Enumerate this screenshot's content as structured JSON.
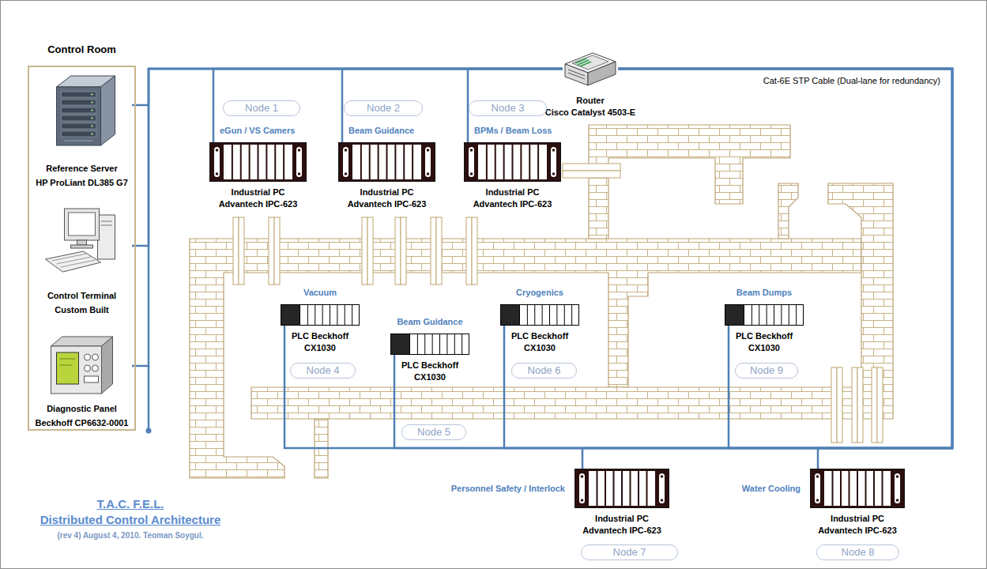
{
  "diagram": {
    "title": "T.A.C. F.E.L.",
    "caption": "(rev 4) August 4, 2010. Teoman Soygul.",
    "nodes": [
      {
        "text": [
          "Control Room"
        ]
      },
      {
        "text": [
          "Reference Server",
          "HP ProLiant DL385 G7"
        ],
        "in": 0
      },
      {
        "text": [
          "Control Terminal",
          "Custom Built"
        ],
        "in": 0
      },
      {
        "text": [
          "Diagnostic Panel",
          "Beckhoff CP6632-0001"
        ],
        "in": 0
      },
      {
        "text": [
          "Router",
          "Cisco Catalyst 4503-E"
        ]
      },
      {
        "text": [
          "Node 1"
        ]
      },
      {
        "text": [
          "eGun / VS Camers",
          "Industrial PC",
          "Advantech IPC-623"
        ]
      },
      {
        "text": [
          "Node 2"
        ]
      },
      {
        "text": [
          "Beam Guidance",
          "Industrial PC",
          "Advantech IPC-623"
        ]
      },
      {
        "text": [
          "Node 3"
        ]
      },
      {
        "text": [
          "BPMs / Beam Loss",
          "Industrial PC",
          "Advantech IPC-623"
        ]
      },
      {
        "text": [
          "Vacuum",
          "PLC Beckhoff",
          "CX1030"
        ]
      },
      {
        "text": [
          "Node 4"
        ]
      },
      {
        "text": [
          "Beam Guidance",
          "PLC Beckhoff",
          "CX1030"
        ]
      },
      {
        "text": [
          "Node 5"
        ]
      },
      {
        "text": [
          "Cryogenics",
          "PLC Beckhoff",
          "CX1030"
        ]
      },
      {
        "text": [
          "Node 6"
        ]
      },
      {
        "text": [
          "Beam Dumps",
          "PLC Beckhoff",
          "CX1030"
        ]
      },
      {
        "text": [
          "Node 9"
        ]
      },
      {
        "text": [
          "Personnel Safety / Interlock",
          "Industrial PC",
          "Advantech IPC-623"
        ]
      },
      {
        "text": [
          "Node 7"
        ]
      },
      {
        "text": [
          "Water Cooling",
          "Industrial PC",
          "Advantech IPC-623"
        ]
      },
      {
        "text": [
          "Node 8"
        ]
      }
    ],
    "edges": [
      {
        "from": 4,
        "to": 1,
        "arrow": "none"
      },
      {
        "from": 4,
        "to": 2,
        "arrow": "none"
      },
      {
        "from": 4,
        "to": 3,
        "arrow": "none"
      },
      {
        "from": 4,
        "to": 6,
        "arrow": "none"
      },
      {
        "from": 4,
        "to": 8,
        "arrow": "none"
      },
      {
        "from": 4,
        "to": 10,
        "arrow": "none"
      },
      {
        "from": 4,
        "to": 11,
        "arrow": "none"
      },
      {
        "from": 4,
        "to": 13,
        "arrow": "none"
      },
      {
        "from": 4,
        "to": 15,
        "arrow": "none"
      },
      {
        "from": 4,
        "to": 17,
        "arrow": "none"
      },
      {
        "from": 4,
        "to": 19,
        "arrow": "none"
      },
      {
        "from": 4,
        "to": 21,
        "arrow": "none"
      }
    ],
    "labels": [
      "Distributed Control Architecture",
      "Cat-6E STP Cable (Dual-lane for redundancy)"
    ]
  }
}
